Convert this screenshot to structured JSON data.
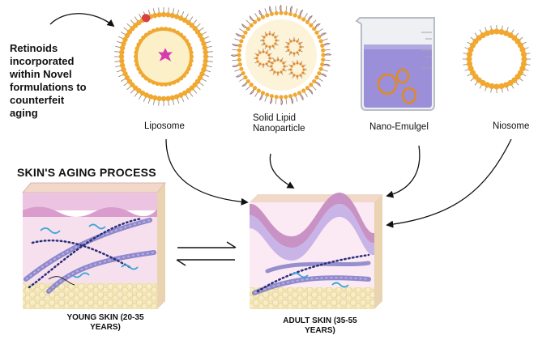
{
  "intro_text": "Retinoids incorporated within Novel formulations to counterfeit aging",
  "formulations": [
    {
      "label": "Liposome"
    },
    {
      "label": "Solid Lipid Nanoparticle"
    },
    {
      "label": "Nano-Emulgel"
    },
    {
      "label": "Niosome"
    }
  ],
  "section_heading": "SKIN'S AGING PROCESS",
  "young_skin_caption": "YOUNG SKIN (20-35 YEARS)",
  "adult_skin_caption": "ADULT SKIN (35-55 YEARS)",
  "colors": {
    "lipid_head": "#f0a830",
    "lipid_tail": "#9a8a7a",
    "drug": "#d63cb0",
    "emulgel": "#9a8fd8",
    "epidermis": "#e8b8dc",
    "dermis": "#f6dceb",
    "fat": "#f3e4b4",
    "collagen": "#7c78c4",
    "elastin": "#2a2f7a"
  }
}
